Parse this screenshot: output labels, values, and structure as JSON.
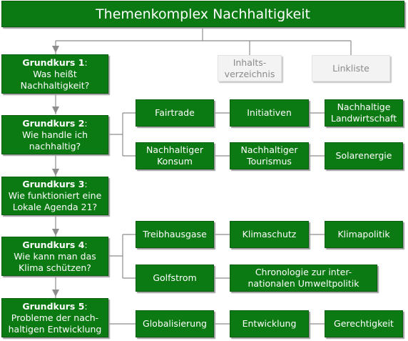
{
  "title": "Themenkomplex Nachhaltigkeit",
  "side_links": [
    "Inhalts-\nverzeichnis",
    "Linkliste"
  ],
  "courses": [
    {
      "label": "Grundkurs 1",
      "sep": ":",
      "question": "Was heißt\nNachhaltigkeit?"
    },
    {
      "label": "Grundkurs 2",
      "sep": ":",
      "question": "Wie handle ich\nnachhaltig?"
    },
    {
      "label": "Grundkurs 3",
      "sep": ":",
      "question": "Wie funktioniert eine\nLokale Agenda 21?"
    },
    {
      "label": "Grundkurs 4",
      "sep": ":",
      "question": "Wie kann man das\nKlima schützen?"
    },
    {
      "label": "Grundkurs 5",
      "sep": ":",
      "question": "Probleme der nach-\nhaltigen Entwicklung"
    }
  ],
  "topics": {
    "k2_row1": [
      "Fairtrade",
      "Initiativen",
      "Nachhaltige\nLandwirtschaft"
    ],
    "k2_row2": [
      "Nachhaltiger\nKonsum",
      "Nachhaltiger\nTourismus",
      "Solarenergie"
    ],
    "k4_row1": [
      "Treibhausgase",
      "Klimaschutz",
      "Klimapolitik"
    ],
    "k4_row2": [
      "Golfstrom",
      "Chronologie zur inter-\nnationalen Umweltpolitik"
    ],
    "k5_row1": [
      "Globalisierung",
      "Entwicklung",
      "Gerechtigkeit"
    ]
  },
  "colors": {
    "box": "#0b7a12",
    "line": "#8c8c8c",
    "grey_box": "#f3f3f3"
  }
}
